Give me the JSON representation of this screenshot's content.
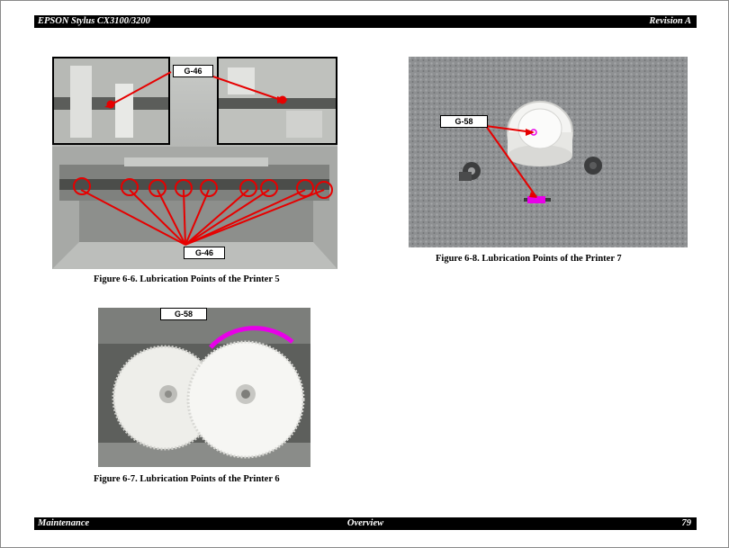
{
  "header": {
    "title": "EPSON Stylus CX3100/3200",
    "revision": "Revision A"
  },
  "footer": {
    "section": "Maintenance",
    "subsection": "Overview",
    "page": "79"
  },
  "figures": [
    {
      "caption": "Figure 6-6.  Lubrication Points of the Printer 5",
      "labels": [
        "G-46",
        "G-46"
      ]
    },
    {
      "caption": "Figure 6-7.  Lubrication Points of the Printer 6",
      "labels": [
        "G-58"
      ]
    },
    {
      "caption": "Figure 6-8.  Lubrication Points of the Printer 7",
      "labels": [
        "G-58"
      ]
    }
  ],
  "colors": {
    "callout_line": "#e60000",
    "grease_mark": "#e800e8",
    "bar": "#000000"
  }
}
